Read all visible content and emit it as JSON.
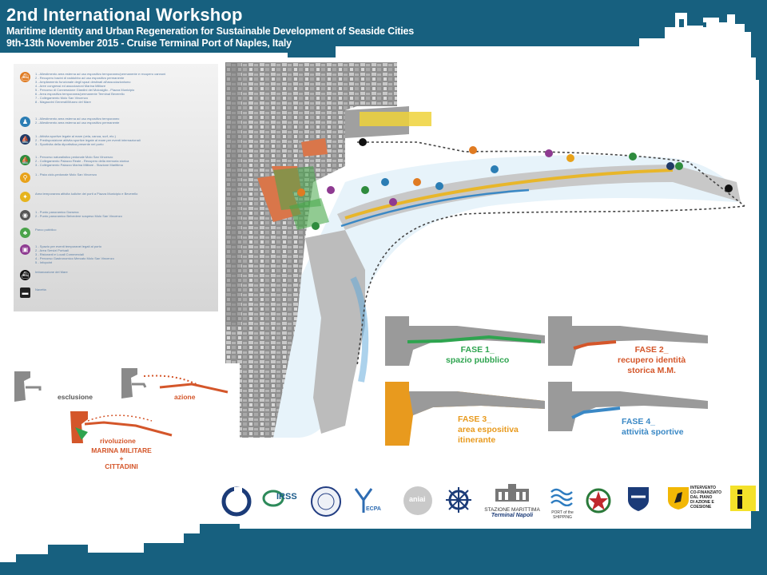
{
  "header": {
    "title": "2nd International Workshop",
    "subtitle": "Maritime Identity and Urban Regeneration for Sustainable Development of Seaside Cities",
    "dates": "9th-13th November 2015 - Cruise Terminal Port of Naples, Italy"
  },
  "legend": {
    "items": [
      {
        "icon": "orange-boat-icon",
        "color": "#e07b22",
        "text": "1 - Allestimento area esterna ad uso espositivo temporaneo/permanente e recupero cannoni\n2 - Recupero bacini di raddobbo ad uso espositivo permanente\n3 - Ampliamento funzionale degli spazi destinati all'associazionismo\n4 - Aree congressi ed associazioni Marina Militare\n5 - Percorso di Connessione Giardini del Molosiglio - Piazza Municipio\n6 - Area espositiva temporanea/permanente Terminal Beverello\n7 - Collegamento Molo San Vincenzo\n8 - Magazzini Generali/Museo del Mare"
      },
      {
        "icon": "blue-figure-icon",
        "color": "#2b7db4",
        "text": "1 - Allestimento area esterna ad uso espositivo temporaneo\n2 - Allestimento area esterna ad uso espositivo permanente"
      },
      {
        "icon": "navy-sail-icon",
        "color": "#203a66",
        "text": "1 - Attivita sportive legate al mare (vela, canoa, surf, etc.)\n2 - Predisposizione attivita sportive legate al mare per eventi internazionali\n3 - Sportivita della diportistica presente nel porto"
      },
      {
        "icon": "green-sail-icon",
        "color": "#2e8b3d",
        "text": "1 - Percorso naturalistico pedonale Molo San Vincenzo\n2 - Collegamento Palazzo Reale - Recupero della memoria storica\n3 - Collegamento Palazzo Marina Militare - Stazione Marittima"
      },
      {
        "icon": "orange-bike-icon",
        "color": "#e8a21a",
        "text": "1 - Pista ciclo-pedonale Molo San Vincenzo"
      },
      {
        "icon": "yellow-runner-icon",
        "color": "#e6b41e",
        "text": "Area temporanea attivita ludiche dei porti a Piazza Municipio e Beverello"
      },
      {
        "icon": "gray-camera-icon",
        "color": "#555555",
        "text": "1 - Punto panoramico Darsena\n2 - Punto panoramico Belvedere sospeso Molo San Vincenzo"
      },
      {
        "icon": "green-tree-icon",
        "color": "#4aa34a",
        "text": "Parco pubblico"
      },
      {
        "icon": "purple-shop-icon",
        "color": "#8e3a91",
        "text": "1 - Spazio per eventi temporanei legati al porto\n2 - Area Servizi Portuali\n3 - Ristoranti e Locali Commerciali\n4 - Percorso Gastronomico Mercato Molo San Vincenzo\n5 - Infopoint"
      },
      {
        "icon": "black-ship-icon",
        "color": "#111111",
        "text": "Imbarcazione del Mare"
      },
      {
        "icon": "black-bus-icon",
        "color": "#222222",
        "text": "Navetta"
      }
    ]
  },
  "phases": [
    {
      "label": "FASE 1_\nspazio pubblico",
      "color": "#2ea44f"
    },
    {
      "label": "FASE 2_\nrecupero identità\nstorica M.M.",
      "color": "#d4562a"
    },
    {
      "label": "FASE 3_\narea espositiva\nitinerante",
      "color": "#e89a1e"
    },
    {
      "label": "FASE 4_\nattività sportive",
      "color": "#3a88c5"
    }
  ],
  "concept": {
    "exclusion": "esclusione",
    "action": "azione",
    "revolution": "rivoluzione",
    "navy": "MARINA MILITARE",
    "plus": "+",
    "citizens": "CITTADINI"
  },
  "logos": {
    "irss": "IRSS",
    "ecpa": "ECPA",
    "aniai": "aniai",
    "stazione": "STAZIONE MARITTIMA",
    "terminal": "Terminal Napoli",
    "port_shipping": "PORT of the SHIPPING",
    "intervento": "INTERVENTO\nCO-FINANZIATO\nDAL PIANO\nDI AZIONE E\nCOESIONE"
  }
}
